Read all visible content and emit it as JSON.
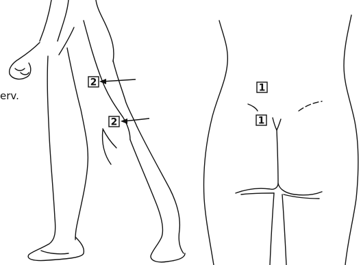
{
  "left_caption": "erv.",
  "markers": [
    {
      "id": "marker-knee-upper",
      "label": "2"
    },
    {
      "id": "marker-knee-lower",
      "label": "2"
    },
    {
      "id": "marker-back-upper",
      "label": "1"
    },
    {
      "id": "marker-back-lower",
      "label": "1"
    }
  ],
  "colors": {
    "line": "#111111",
    "background": "#ffffff"
  }
}
